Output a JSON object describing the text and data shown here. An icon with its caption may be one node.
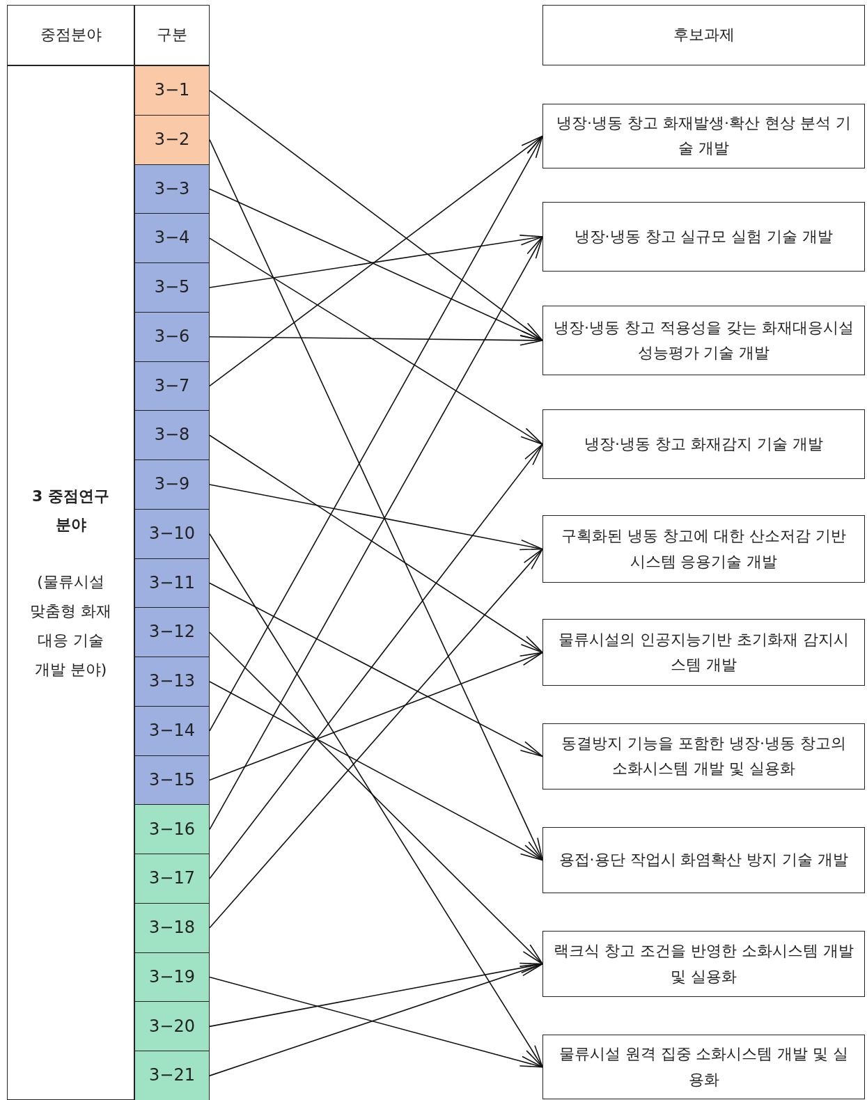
{
  "diagram": {
    "nodes": [
      {
        "text": [
          "중점분야"
        ]
      },
      {
        "text": [
          "구분"
        ]
      },
      {
        "text": [
          "후보과제"
        ]
      },
      {
        "text": [
          "3 중점연구 분야",
          "(물류시설 맞춤형 화재대응 기술 개발 분야)"
        ]
      },
      {
        "text": [
          "3−1"
        ]
      },
      {
        "text": [
          "3−2"
        ]
      },
      {
        "text": [
          "3−3"
        ]
      },
      {
        "text": [
          "3−4"
        ]
      },
      {
        "text": [
          "3−5"
        ]
      },
      {
        "text": [
          "3−6"
        ]
      },
      {
        "text": [
          "3−7"
        ]
      },
      {
        "text": [
          "3−8"
        ]
      },
      {
        "text": [
          "3−9"
        ]
      },
      {
        "text": [
          "3−10"
        ]
      },
      {
        "text": [
          "3−11"
        ]
      },
      {
        "text": [
          "3−12"
        ]
      },
      {
        "text": [
          "3−13"
        ]
      },
      {
        "text": [
          "3−14"
        ]
      },
      {
        "text": [
          "3−15"
        ]
      },
      {
        "text": [
          "3−16"
        ]
      },
      {
        "text": [
          "3−17"
        ]
      },
      {
        "text": [
          "3−18"
        ]
      },
      {
        "text": [
          "3−19"
        ]
      },
      {
        "text": [
          "3−20"
        ]
      },
      {
        "text": [
          "3−21"
        ]
      },
      {
        "text": [
          "냉장·냉동 창고 화재발생·확산 현상 분석 기술 개발"
        ]
      },
      {
        "text": [
          "냉장·냉동 창고 실규모 실험 기술 개발"
        ]
      },
      {
        "text": [
          "냉장·냉동 창고 적용성을 갖는 화재대응시설 성능평가 기술 개발"
        ]
      },
      {
        "text": [
          "냉장·냉동 창고 화재감지 기술 개발"
        ]
      },
      {
        "text": [
          "구획화된 냉동 창고에 대한 산소저감 기반 시스템 응용기술 개발"
        ]
      },
      {
        "text": [
          "물류시설의 인공지능기반 초기화재 감지시스템 개발"
        ]
      },
      {
        "text": [
          "동결방지 기능을 포함한 냉장·냉동 창고의 소화시스템 개발 및 실용화"
        ]
      },
      {
        "text": [
          "용접·용단 작업시 화염확산 방지 기술 개발"
        ]
      },
      {
        "text": [
          "랙크식 창고 조건을 반영한 소화시스템 개발 및 실용화"
        ]
      },
      {
        "text": [
          "물류시설 원격 집중 소화시스템 개발 및 실용화"
        ]
      }
    ],
    "edges": [
      {
        "from": 4,
        "to": 27,
        "arrow": "to"
      },
      {
        "from": 5,
        "to": 32,
        "arrow": "to"
      },
      {
        "from": 6,
        "to": 27,
        "arrow": "to"
      },
      {
        "from": 7,
        "to": 28,
        "arrow": "to"
      },
      {
        "from": 8,
        "to": 26,
        "arrow": "to"
      },
      {
        "from": 9,
        "to": 27,
        "arrow": "to"
      },
      {
        "from": 10,
        "to": 25,
        "arrow": "to"
      },
      {
        "from": 11,
        "to": 30,
        "arrow": "to"
      },
      {
        "from": 12,
        "to": 29,
        "arrow": "to"
      },
      {
        "from": 13,
        "to": 34,
        "arrow": "to"
      },
      {
        "from": 14,
        "to": 31,
        "arrow": "to"
      },
      {
        "from": 15,
        "to": 33,
        "arrow": "to"
      },
      {
        "from": 16,
        "to": 32,
        "arrow": "to"
      },
      {
        "from": 17,
        "to": 25,
        "arrow": "to"
      },
      {
        "from": 18,
        "to": 30,
        "arrow": "to"
      },
      {
        "from": 19,
        "to": 26,
        "arrow": "to"
      },
      {
        "from": 20,
        "to": 28,
        "arrow": "to"
      },
      {
        "from": 21,
        "to": 29,
        "arrow": "to"
      },
      {
        "from": 22,
        "to": 34,
        "arrow": "to"
      },
      {
        "from": 23,
        "to": 33,
        "arrow": "to"
      },
      {
        "from": 24,
        "to": 33,
        "arrow": "to"
      }
    ]
  }
}
